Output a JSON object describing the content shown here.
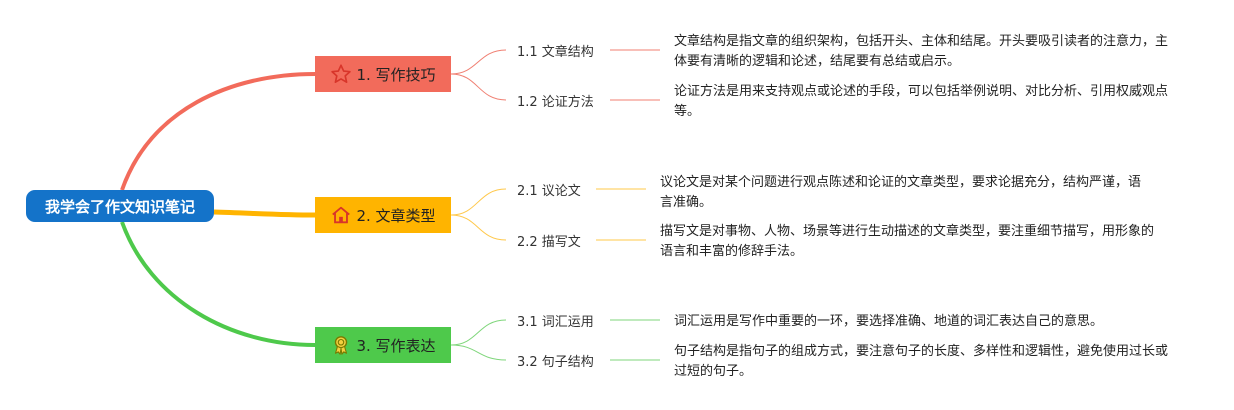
{
  "root": {
    "label": "我学会了作文知识笔记"
  },
  "branches": [
    {
      "label": "1. 写作技巧",
      "icon": "star-icon",
      "color": "#f26b5b",
      "line_color": "#f07f72",
      "children": [
        {
          "label": "1.1 文章结构",
          "text": "文章结构是指文章的组织架构，包括开头、主体和结尾。开头要吸引读者的注意力，主体要有清晰的逻辑和论述，结尾要有总结或启示。"
        },
        {
          "label": "1.2 论证方法",
          "text": "论证方法是用来支持观点或论述的手段，可以包括举例说明、对比分析、引用权威观点等。"
        }
      ]
    },
    {
      "label": "2. 文章类型",
      "icon": "home-icon",
      "color": "#ffb400",
      "line_color": "#ffc84a",
      "children": [
        {
          "label": "2.1 议论文",
          "text": "议论文是对某个问题进行观点陈述和论证的文章类型，要求论据充分，结构严谨，语言准确。"
        },
        {
          "label": "2.2 描写文",
          "text": "描写文是对事物、人物、场景等进行生动描述的文章类型，要注重细节描写，用形象的语言和丰富的修辞手法。"
        }
      ]
    },
    {
      "label": "3. 写作表达",
      "icon": "award-icon",
      "color": "#4ec94b",
      "line_color": "#7fd67b",
      "children": [
        {
          "label": "3.1 词汇运用",
          "text": "词汇运用是写作中重要的一环，要选择准确、地道的词汇表达自己的意思。"
        },
        {
          "label": "3.2 句子结构",
          "text": "句子结构是指句子的组成方式，要注意句子的长度、多样性和逻辑性，避免使用过长或过短的句子。"
        }
      ]
    }
  ]
}
